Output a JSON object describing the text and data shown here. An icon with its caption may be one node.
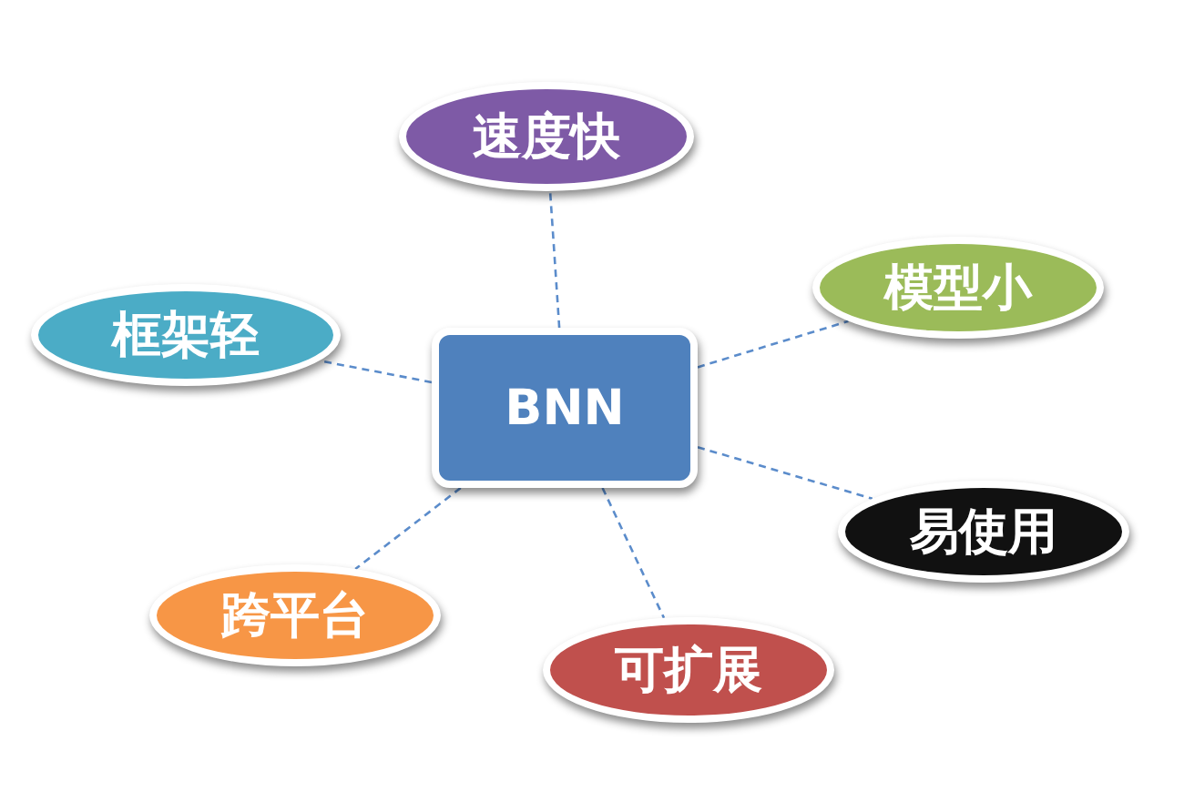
{
  "diagram": {
    "nodes": [
      {
        "text": [
          "速度快"
        ]
      },
      {
        "text": [
          "模型小"
        ]
      },
      {
        "text": [
          "框架轻"
        ]
      },
      {
        "text": [
          "BNN"
        ]
      },
      {
        "text": [
          "易使用"
        ]
      },
      {
        "text": [
          "跨平台"
        ]
      },
      {
        "text": [
          "可扩展"
        ]
      }
    ],
    "edges": [
      {
        "from": 3,
        "to": 0,
        "arrow": "none",
        "style": "dashed"
      },
      {
        "from": 3,
        "to": 1,
        "arrow": "none",
        "style": "dashed"
      },
      {
        "from": 3,
        "to": 2,
        "arrow": "none",
        "style": "dashed"
      },
      {
        "from": 3,
        "to": 4,
        "arrow": "none",
        "style": "dashed"
      },
      {
        "from": 3,
        "to": 5,
        "arrow": "none",
        "style": "dashed"
      },
      {
        "from": 3,
        "to": 6,
        "arrow": "none",
        "style": "dashed"
      }
    ]
  }
}
